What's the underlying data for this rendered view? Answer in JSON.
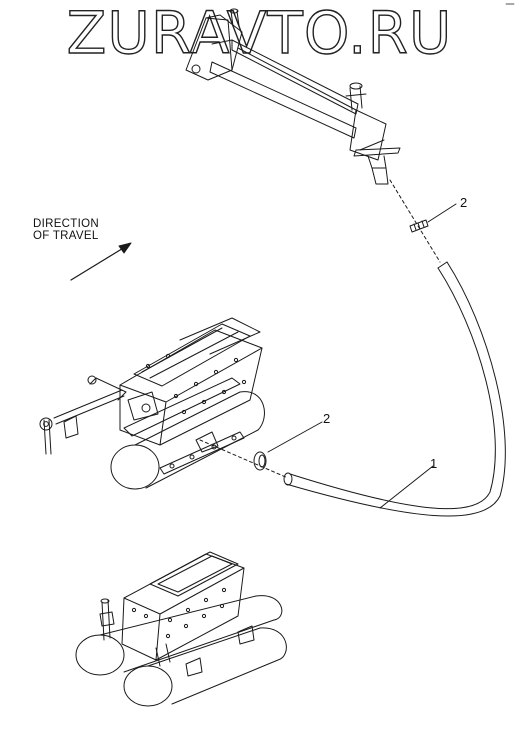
{
  "watermark": "ZURAVTO.RU",
  "direction_label_line1": "DIRECTION",
  "direction_label_line2": "OF TRAVEL",
  "callouts": {
    "c1": "1",
    "c2a": "2",
    "c2b": "2"
  },
  "colors": {
    "line": "#1a1a1a",
    "background": "#ffffff"
  }
}
